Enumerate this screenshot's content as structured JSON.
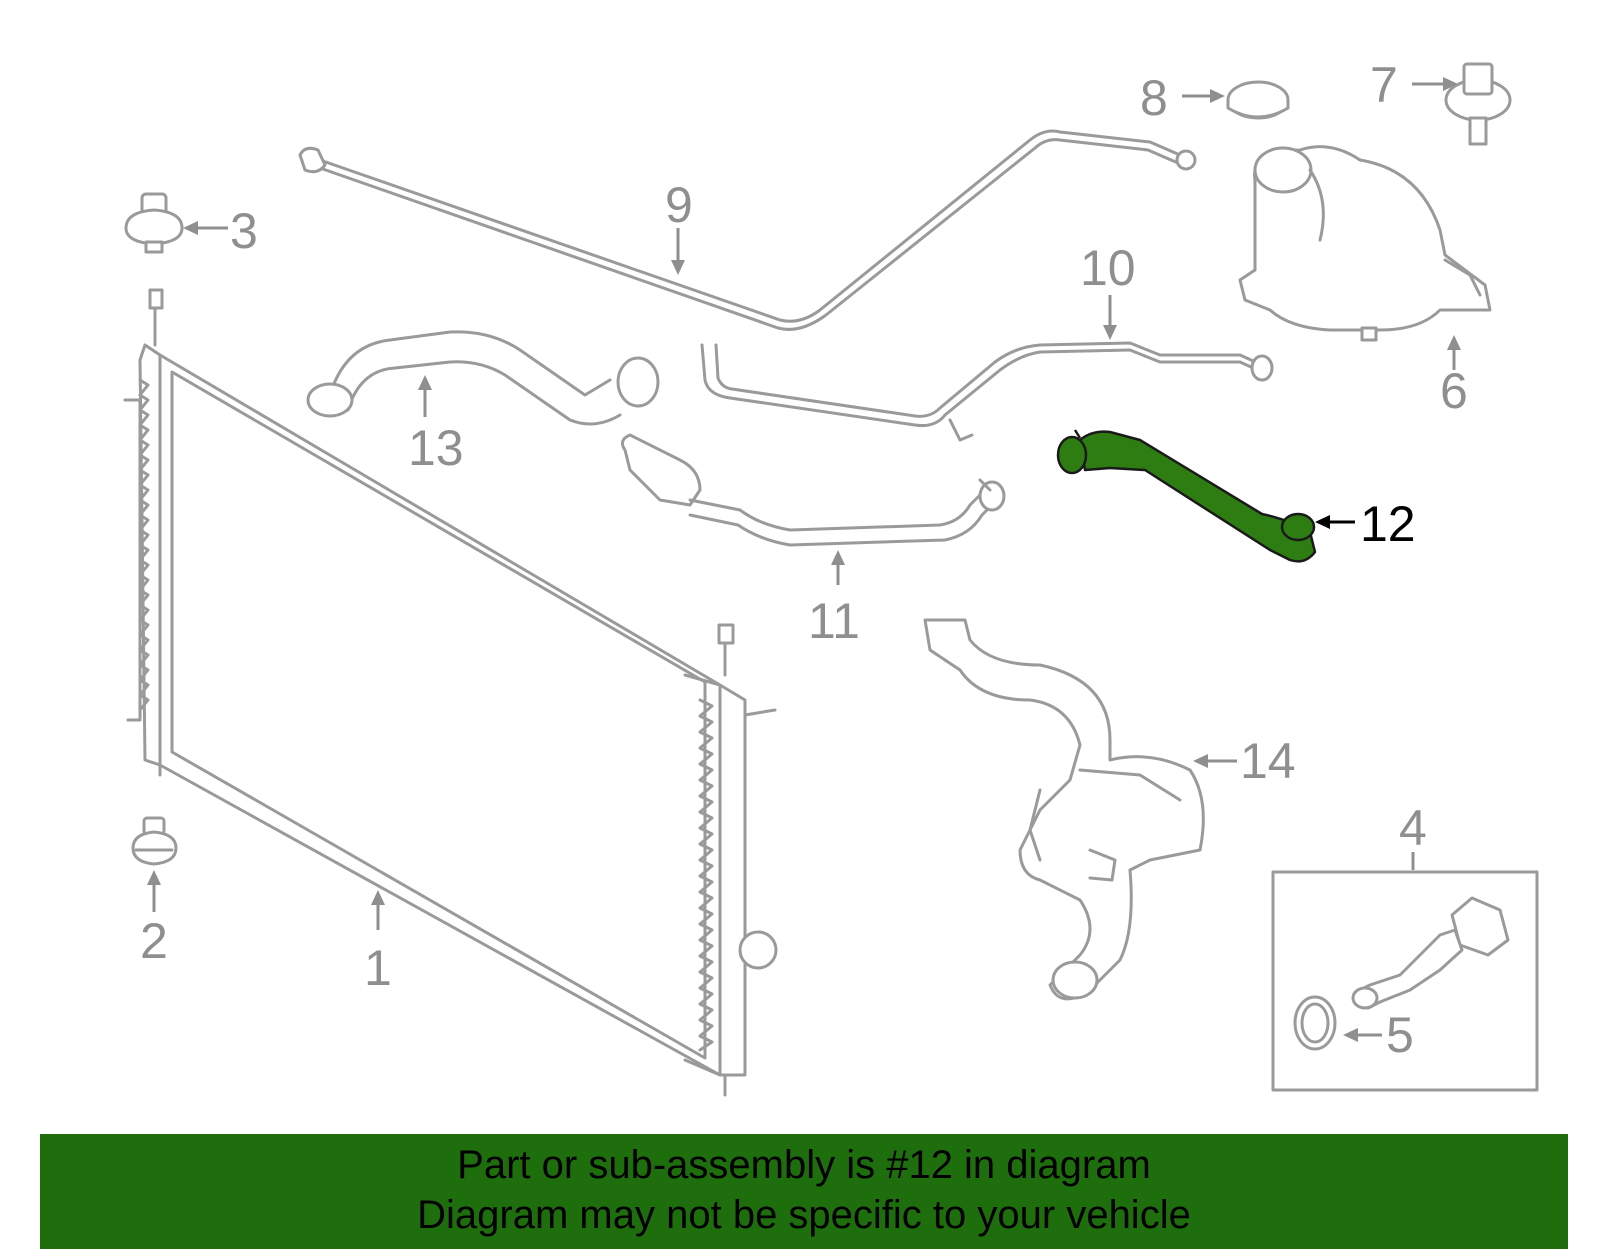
{
  "callouts": {
    "c1": "1",
    "c2": "2",
    "c3": "3",
    "c4": "4",
    "c5": "5",
    "c6": "6",
    "c7": "7",
    "c8": "8",
    "c9": "9",
    "c10": "10",
    "c11": "11",
    "c12": "12",
    "c13": "13",
    "c14": "14"
  },
  "banner": {
    "line1": "Part or sub-assembly is #12 in diagram",
    "line2": "Diagram may not be specific to your vehicle"
  },
  "colors": {
    "highlight_part": "#2e7d12",
    "banner_bg": "#1f6e0e",
    "line_art": "#9a9a9a"
  }
}
